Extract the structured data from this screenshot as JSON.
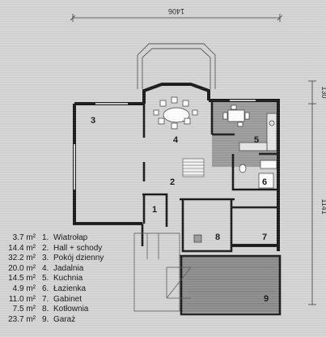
{
  "dimensions": {
    "top_width": "1406",
    "right_upper": "130",
    "right_lower": "1141"
  },
  "room_numbers": [
    "1",
    "2",
    "3",
    "4",
    "5",
    "6",
    "7",
    "8",
    "9"
  ],
  "legend": [
    {
      "num": "1.",
      "name": "Wiatrołap",
      "area": "3.7 m²"
    },
    {
      "num": "2.",
      "name": "Hall + schody",
      "area": "14.4 m²"
    },
    {
      "num": "3.",
      "name": "Pokój dzienny",
      "area": "32.2 m²"
    },
    {
      "num": "4.",
      "name": "Jadalnia",
      "area": "20.0 m²"
    },
    {
      "num": "5.",
      "name": "Kuchnia",
      "area": "14.5 m²"
    },
    {
      "num": "6.",
      "name": "Łazienka",
      "area": "4.9 m²"
    },
    {
      "num": "7.",
      "name": "Gabinet",
      "area": "11.0 m²"
    },
    {
      "num": "8.",
      "name": "Kotłownia",
      "area": "7.5 m²"
    },
    {
      "num": "9.",
      "name": "Garaż",
      "area": "23.7 m²"
    }
  ],
  "colors": {
    "wall": "#141414",
    "background": "#d4d4d4",
    "kitchen_fill": "#9a9a9a",
    "garage_fill": "#8a8a8a"
  }
}
